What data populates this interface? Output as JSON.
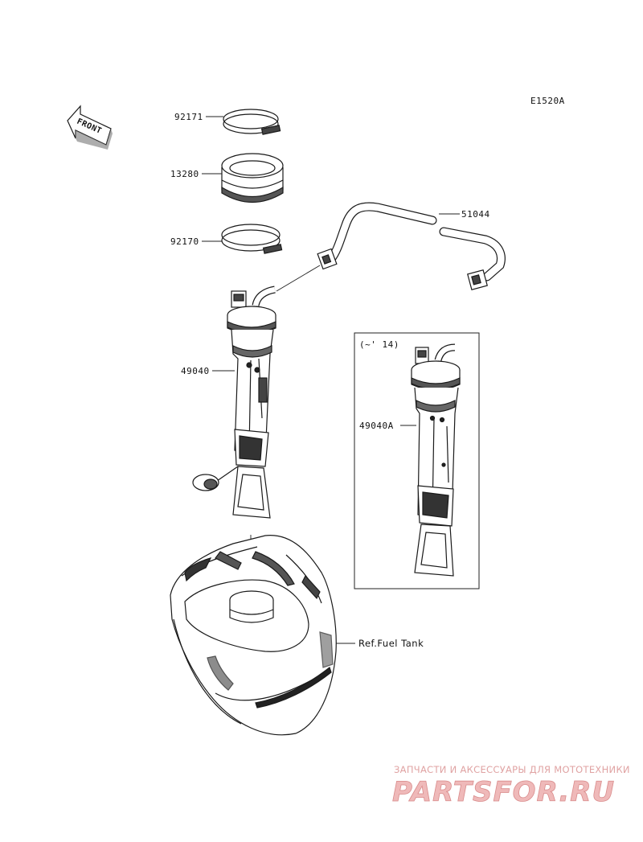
{
  "diagram_code": "E1520A",
  "front_label": "FRONT",
  "parts": {
    "band_upper": "92171",
    "seal": "13280",
    "band_lower": "92170",
    "hose": "51044",
    "pump": "49040",
    "pump_variant": "49040A",
    "variant_note": "(~' 14)",
    "fuel_tank_ref": "Ref.Fuel Tank"
  },
  "watermark": {
    "tagline": "ЗАПЧАСТИ И АКСЕССУАРЫ ДЛЯ МОТОТЕХНИКИ",
    "brand": "PARTSFOR.RU",
    "color": "#e8a0a0"
  }
}
